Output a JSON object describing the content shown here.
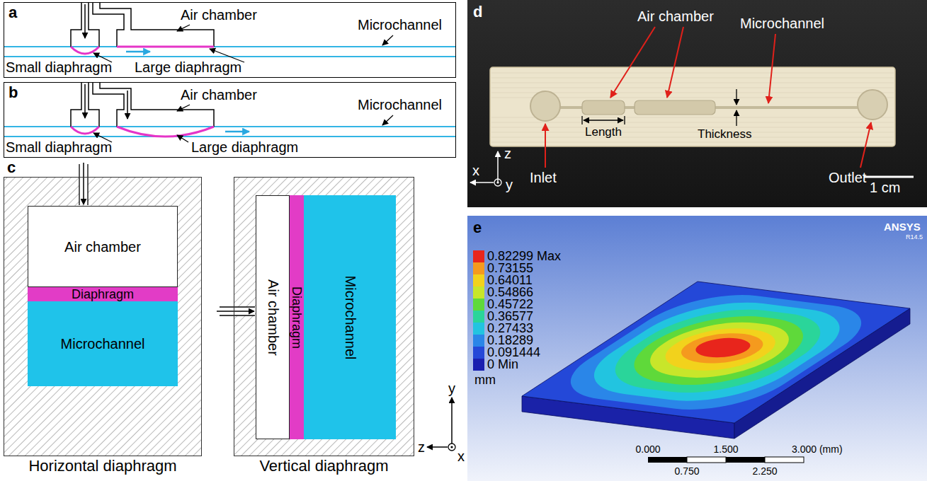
{
  "diagram": {
    "nodes": [
      {
        "text": [
          "a"
        ]
      },
      {
        "text": [
          "b"
        ]
      },
      {
        "text": [
          "Horizontal diaphragm"
        ]
      },
      {
        "text": [
          "Air chamber"
        ],
        "in": 2
      },
      {
        "text": [
          "Diaphragm"
        ],
        "in": 2
      },
      {
        "text": [
          "Microchannel"
        ],
        "in": 2
      },
      {
        "text": [
          "Vertical diaphragm"
        ]
      },
      {
        "text": [
          "Air chamber"
        ],
        "in": 6
      },
      {
        "text": [
          "Diaphragm"
        ],
        "in": 6
      },
      {
        "text": [
          "Microchannel"
        ],
        "in": 6
      }
    ],
    "labels": [
      "Air chamber",
      "Microchannel",
      "Small diaphragm",
      "Large diaphragm",
      "Air chamber",
      "Microchannel",
      "Small diaphragm",
      "Large diaphragm",
      "c",
      "y",
      "z",
      "x",
      "d",
      "Air chamber",
      "Length",
      "Microchannel",
      "Thickness",
      "z",
      "x",
      "y",
      "Inlet",
      "Outlet",
      "1 cm",
      "e",
      "ANSYS",
      "R14.5",
      "mm",
      "0.000",
      "1.500",
      "3.000 (mm)",
      "0.750",
      "2.250"
    ],
    "legend": [
      {
        "text": "0.82299 Max",
        "color": "#e8251c"
      },
      {
        "text": "0.73155",
        "color": "#f59a1e"
      },
      {
        "text": "0.64011",
        "color": "#f2d21c"
      },
      {
        "text": "0.54866",
        "color": "#c8e62a"
      },
      {
        "text": "0.45722",
        "color": "#5fd93a"
      },
      {
        "text": "0.36577",
        "color": "#2ad59a"
      },
      {
        "text": "0.27433",
        "color": "#22c4e0"
      },
      {
        "text": "0.18289",
        "color": "#2a86e8"
      },
      {
        "text": "0.091444",
        "color": "#2448d8"
      },
      {
        "text": "0 Min",
        "color": "#1a1fb0"
      }
    ]
  }
}
